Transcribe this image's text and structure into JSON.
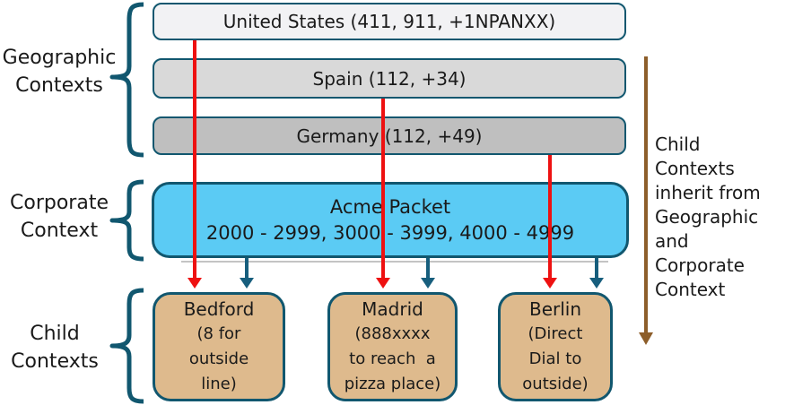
{
  "colors": {
    "border_teal": "#11576F",
    "teal_arrow": "#175E7D",
    "red_arrow": "#EE1111",
    "brown_arrow": "#8D5E2A",
    "bar_us_fill": "#F2F2F4",
    "bar_spain_fill": "#D9D9D9",
    "bar_germany_fill": "#BFBFBF",
    "corporate_fill": "#5BCBF4",
    "child_fill": "#DEBA8D",
    "text_color": "#1A1A1A"
  },
  "side_labels": {
    "geographic": "Geographic\nContexts",
    "corporate": "Corporate\nContext",
    "child": "Child\nContexts"
  },
  "geographic_bars": [
    {
      "label": "United States (411, 911, +1NPANXX)"
    },
    {
      "label": "Spain (112, +34)"
    },
    {
      "label": "Germany (112, +49)"
    }
  ],
  "corporate_box": {
    "title": "Acme Packet",
    "ranges": "2000 - 2999, 3000 - 3999, 4000 - 4999"
  },
  "child_boxes": [
    {
      "title": "Bedford",
      "body": "(8 for\noutside\nline)"
    },
    {
      "title": "Madrid",
      "body": "(888xxxx\nto reach  a\npizza place)"
    },
    {
      "title": "Berlin",
      "body": "(Direct\nDial to\noutside)"
    }
  ],
  "annotation": {
    "text": "Child\nContexts\ninherit from\nGeographic\nand\nCorporate\nContext"
  }
}
